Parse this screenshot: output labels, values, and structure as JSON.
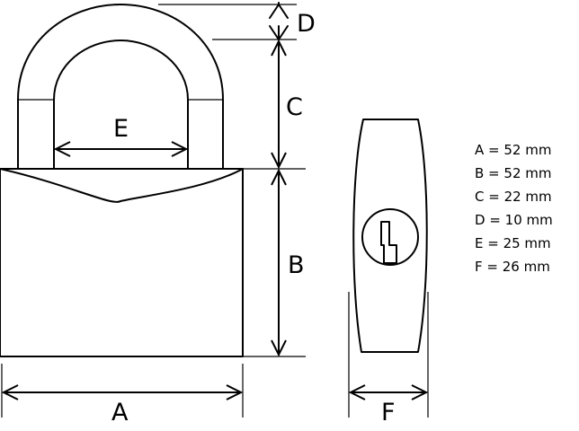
{
  "labels": {
    "a": "A",
    "b": "B",
    "c": "C",
    "d": "D",
    "e": "E",
    "f": "F"
  },
  "specs": [
    "A = 52 mm",
    "B = 52 mm",
    "C = 22 mm",
    "D = 10 mm",
    "E = 25 mm",
    "F = 26 mm"
  ]
}
